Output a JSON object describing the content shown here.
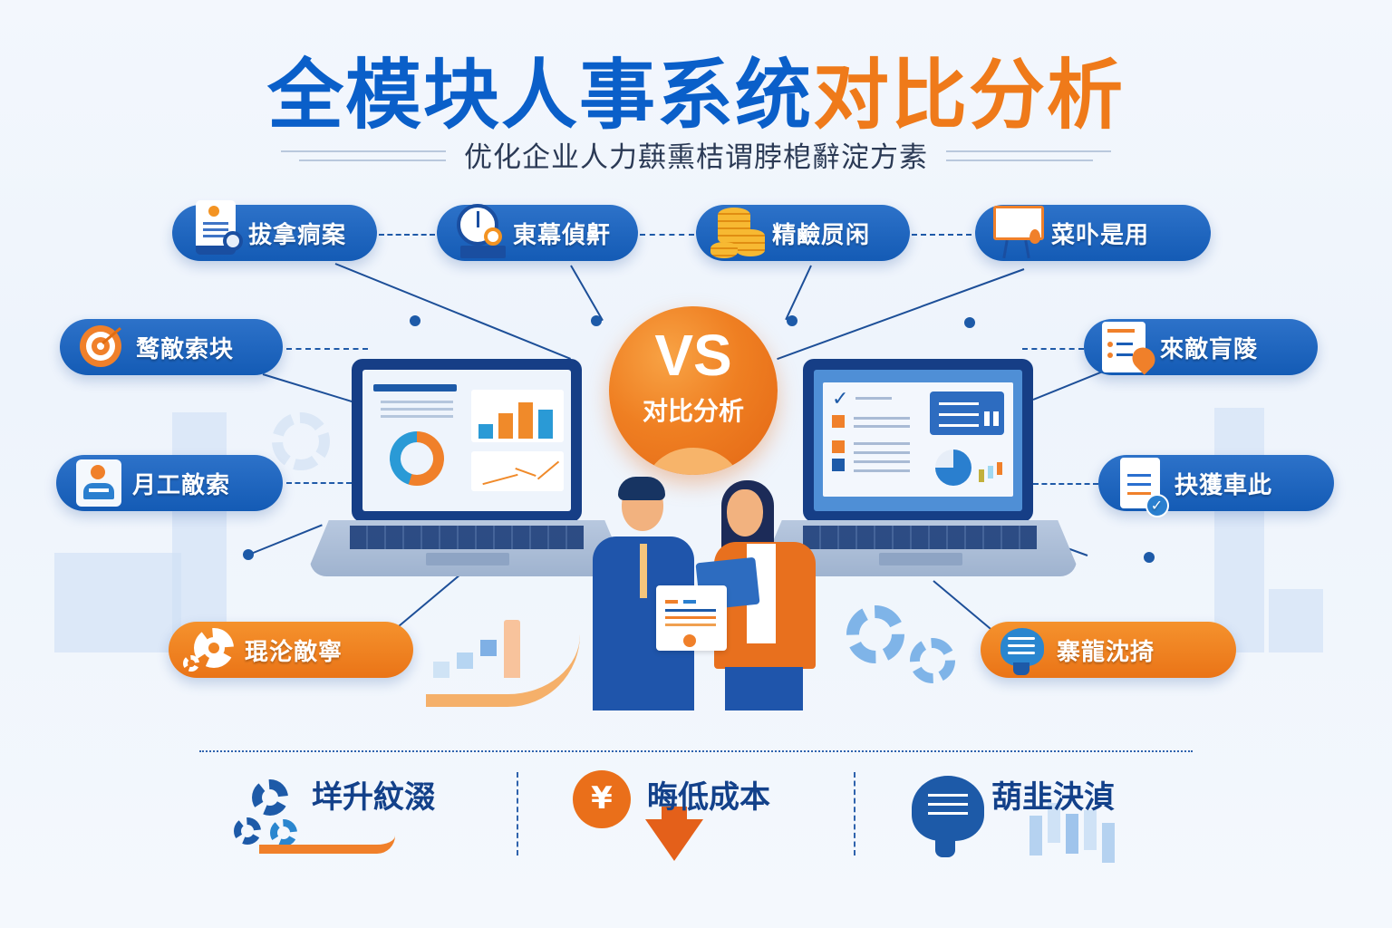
{
  "title": {
    "part_blue": "全模块人事系统",
    "part_orange": "对比分析"
  },
  "subtitle": "优化企业人力蕻熏桔谓脖梎辭淀方素",
  "center": {
    "vs_text": "VS",
    "vs_label": "对比分析"
  },
  "modules_top": [
    {
      "label": "拔拿痌案",
      "icon": "document-search-icon",
      "color": "blue"
    },
    {
      "label": "東幕偵鼾",
      "icon": "clock-icon",
      "color": "blue"
    },
    {
      "label": "精鹼屃闲",
      "icon": "coins-icon",
      "color": "blue"
    },
    {
      "label": "菜卟是用",
      "icon": "presentation-board-icon",
      "color": "blue"
    }
  ],
  "modules_left": [
    {
      "label": "鹜敵索块",
      "icon": "target-icon",
      "color": "blue"
    },
    {
      "label": "月工敵索",
      "icon": "employee-profile-icon",
      "color": "blue"
    },
    {
      "label": "琨沦敵寧",
      "icon": "gear-icon",
      "color": "orange"
    }
  ],
  "modules_right": [
    {
      "label": "來敵肓陵",
      "icon": "checklist-pin-icon",
      "color": "blue"
    },
    {
      "label": "抉獲車此",
      "icon": "document-check-icon",
      "color": "blue"
    },
    {
      "label": "寨龍沈掎",
      "icon": "brain-icon",
      "color": "orange"
    }
  ],
  "benefits": [
    {
      "label": "垟升紋涰",
      "icon": "gears-arrow-icon"
    },
    {
      "label": "晦低成本",
      "icon": "cost-down-icon"
    },
    {
      "label": "葫韭決湞",
      "icon": "brain-chart-icon"
    }
  ],
  "colors": {
    "brand_blue": "#0a5fc9",
    "pill_blue": "#1b62bd",
    "brand_orange": "#ef7a1a",
    "navy": "#163e86"
  }
}
